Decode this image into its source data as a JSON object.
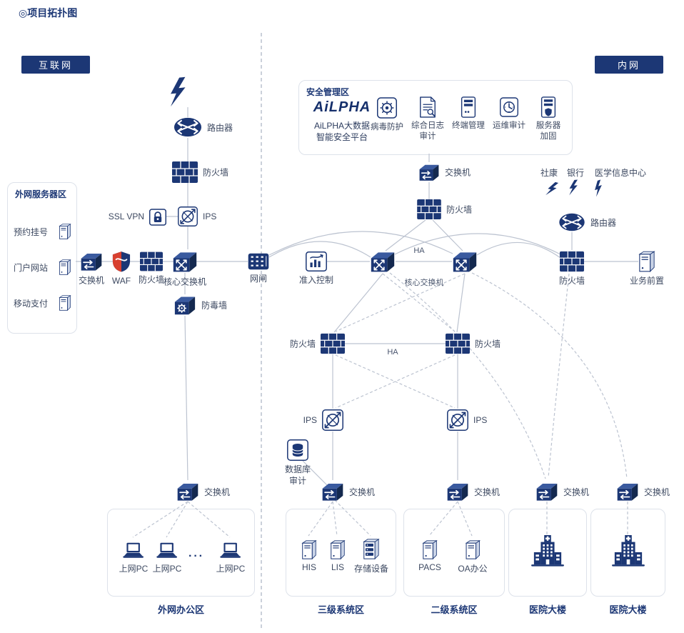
{
  "header": {
    "title": "◎项目拓扑图"
  },
  "badges": {
    "internet": "互联网",
    "intranet": "内网"
  },
  "colors": {
    "navy": "#1c3775",
    "red": "#d8402f",
    "line": "#bcc3d0"
  },
  "ext_server_zone": {
    "title": "外网服务器区",
    "items": [
      {
        "label": "预约挂号"
      },
      {
        "label": "门户网站"
      },
      {
        "label": "移动支付"
      }
    ]
  },
  "security_zone": {
    "title": "安全管理区",
    "logo": "AiLPHA",
    "platform_line1": "AiLPHA大数据",
    "platform_line2": "智能安全平台",
    "tools": [
      {
        "label": "病毒防护",
        "label2": ""
      },
      {
        "label": "综合日志",
        "label2": "审计"
      },
      {
        "label": "终端管理",
        "label2": ""
      },
      {
        "label": "运维审计",
        "label2": ""
      },
      {
        "label": "服务器",
        "label2": "加固"
      }
    ]
  },
  "peers": {
    "shekang": "社康",
    "bank": "银行",
    "medinfo": "医学信息中心"
  },
  "labels": {
    "router_left": "路由器",
    "fw_left_top": "防火墙",
    "ssl_vpn": "SSL VPN",
    "ips_left": "IPS",
    "switch_left": "交换机",
    "waf": "WAF",
    "fw_left_mid": "防火墙",
    "core_switch_left": "核心交换机",
    "net_gap": "网闸",
    "antivirus_wall": "防毒墙",
    "switch_left_bottom": "交换机",
    "switch_right_top": "交换机",
    "fw_right_top": "防火墙",
    "ha_top": "HA",
    "core_switch_right": "核心交换机",
    "admission": "准入控制",
    "router_right": "路由器",
    "fw_right_mid": "防火墙",
    "biz_front": "业务前置",
    "fw_ha_left": "防火墙",
    "fw_ha_right": "防火墙",
    "ha_mid": "HA",
    "ips_1": "IPS",
    "ips_2": "IPS",
    "db_audit_1": "数据库",
    "db_audit_2": "审计",
    "switch_b1": "交换机",
    "switch_b2": "交换机",
    "switch_b3": "交换机",
    "switch_b4": "交换机"
  },
  "office_zone": {
    "caption": "外网办公区",
    "pcs": [
      {
        "label": "上网PC"
      },
      {
        "label": "上网PC"
      },
      {
        "label": "上网PC"
      }
    ],
    "dots": "···"
  },
  "tier3_zone": {
    "caption": "三级系统区",
    "items": [
      {
        "label": "HIS"
      },
      {
        "label": "LIS"
      },
      {
        "label": "存储设备"
      }
    ]
  },
  "tier2_zone": {
    "caption": "二级系统区",
    "items": [
      {
        "label": "PACS"
      },
      {
        "label": "OA办公"
      }
    ]
  },
  "hospital1": {
    "caption": "医院大楼"
  },
  "hospital2": {
    "caption": "医院大楼"
  },
  "icons": {
    "router": "router-sphere",
    "switch": "switch-cube",
    "core_switch": "core-switch-cube",
    "firewall": "brick-wall",
    "server": "server-tower",
    "laptop": "laptop",
    "building": "hospital-building",
    "bolt": "lightning-bolt",
    "ssl_vpn": "lock-box",
    "ips": "ips-filter-box",
    "antivirus": "gear-cube",
    "net_gap": "isolation-gap-matrix",
    "waf": "waf-shield",
    "db_audit": "database-box",
    "admission": "bar-chart-box",
    "storage": "storage-array",
    "virus_protect": "virus-target",
    "log_audit": "log-doc-magnifier",
    "terminal": "terminal-tower",
    "ops_audit": "clock-box",
    "harden": "shield-tower"
  }
}
